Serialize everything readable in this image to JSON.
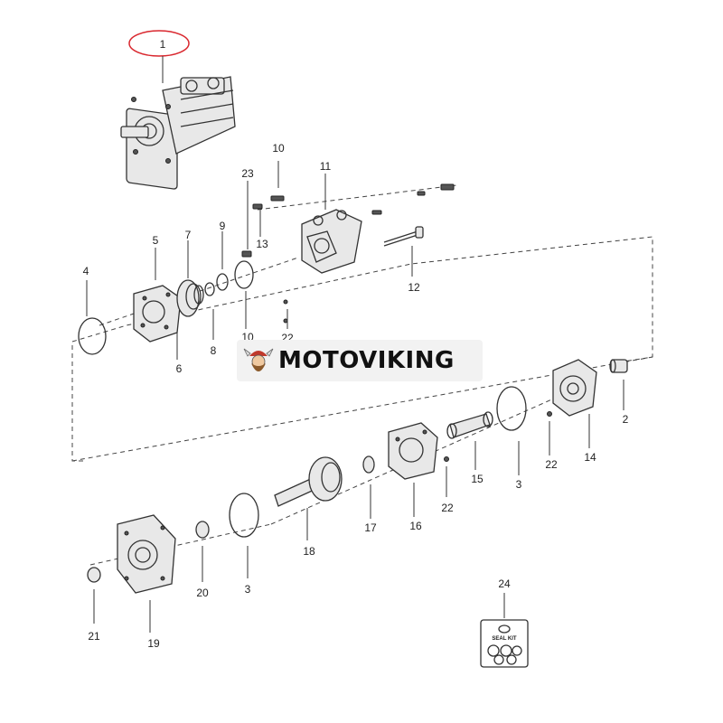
{
  "diagram": {
    "labels": [
      "1",
      "2",
      "3",
      "3",
      "4",
      "5",
      "6",
      "7",
      "8",
      "9",
      "10",
      "10",
      "11",
      "12",
      "13",
      "14",
      "15",
      "16",
      "17",
      "18",
      "19",
      "20",
      "21",
      "22",
      "22",
      "22",
      "23",
      "24"
    ],
    "highlighted_label": "1",
    "highlight_color": "#d9272e",
    "seal_kit_text": "SEAL KIT"
  },
  "watermark": {
    "text": "MOTOVIKING",
    "logo_colors": [
      "#c0392b",
      "#8b5a2b"
    ]
  }
}
